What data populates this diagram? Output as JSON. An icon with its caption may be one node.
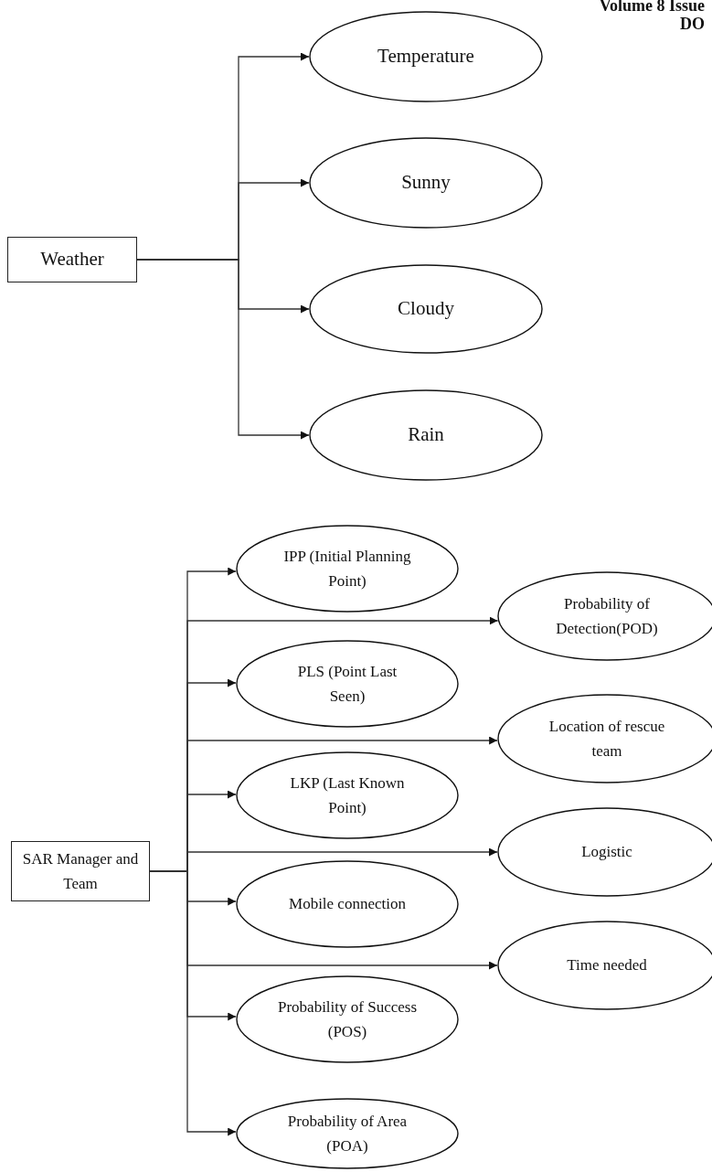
{
  "diagram": {
    "nodes": [
      {
        "text": [
          "Weather"
        ]
      },
      {
        "text": [
          "Temperature"
        ]
      },
      {
        "text": [
          "Sunny"
        ]
      },
      {
        "text": [
          "Cloudy"
        ]
      },
      {
        "text": [
          "Rain"
        ]
      },
      {
        "text": [
          "SAR Manager and Team"
        ]
      },
      {
        "text": [
          "IPP (Initial Planning Point)"
        ]
      },
      {
        "text": [
          "Probability of Detection(POD)"
        ]
      },
      {
        "text": [
          "PLS (Point Last Seen)"
        ]
      },
      {
        "text": [
          "Location of rescue team"
        ]
      },
      {
        "text": [
          "LKP (Last Known Point)"
        ]
      },
      {
        "text": [
          "Logistic"
        ]
      },
      {
        "text": [
          "Mobile connection"
        ]
      },
      {
        "text": [
          "Time needed"
        ]
      },
      {
        "text": [
          "Probability of Success (POS)"
        ]
      },
      {
        "text": [
          "Probability of Area (POA)"
        ]
      }
    ],
    "edges": [
      {
        "from": 0,
        "to": 1,
        "arrow": "to"
      },
      {
        "from": 0,
        "to": 2,
        "arrow": "to"
      },
      {
        "from": 0,
        "to": 3,
        "arrow": "to"
      },
      {
        "from": 0,
        "to": 4,
        "arrow": "to"
      },
      {
        "from": 5,
        "to": 6,
        "arrow": "to"
      },
      {
        "from": 5,
        "to": 7,
        "arrow": "to"
      },
      {
        "from": 5,
        "to": 8,
        "arrow": "to"
      },
      {
        "from": 5,
        "to": 9,
        "arrow": "to"
      },
      {
        "from": 5,
        "to": 10,
        "arrow": "to"
      },
      {
        "from": 5,
        "to": 11,
        "arrow": "to"
      },
      {
        "from": 5,
        "to": 12,
        "arrow": "to"
      },
      {
        "from": 5,
        "to": 13,
        "arrow": "to"
      },
      {
        "from": 5,
        "to": 14,
        "arrow": "to"
      },
      {
        "from": 5,
        "to": 15,
        "arrow": "to"
      }
    ],
    "labels": [
      "Volume 8 Issue",
      "DO"
    ]
  }
}
